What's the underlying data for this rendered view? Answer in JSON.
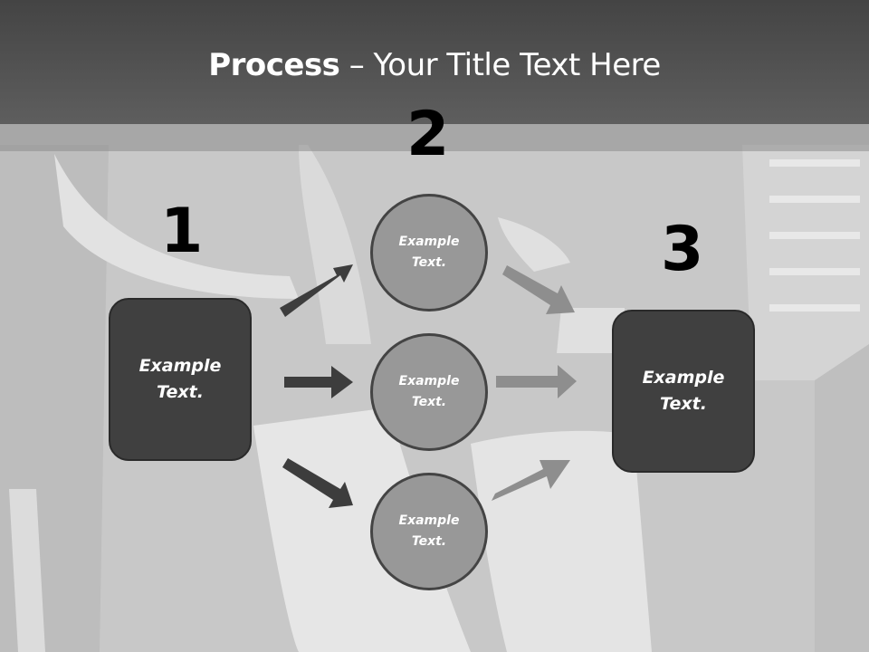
{
  "slide": {
    "title_bold": "Process",
    "title_rest": " – Your Title Text Here",
    "colors": {
      "header": "#4a4a4a",
      "box": "#404040",
      "circle": "#989898",
      "dark_arrow": "#3d3d3d",
      "light_arrow": "#8e8e8e"
    }
  },
  "steps": [
    {
      "number": "1",
      "box_text": "Example\nText."
    },
    {
      "number": "2",
      "circles": [
        "Example\nText.",
        "Example\nText.",
        "Example\nText."
      ]
    },
    {
      "number": "3",
      "box_text": "Example\nText."
    }
  ]
}
